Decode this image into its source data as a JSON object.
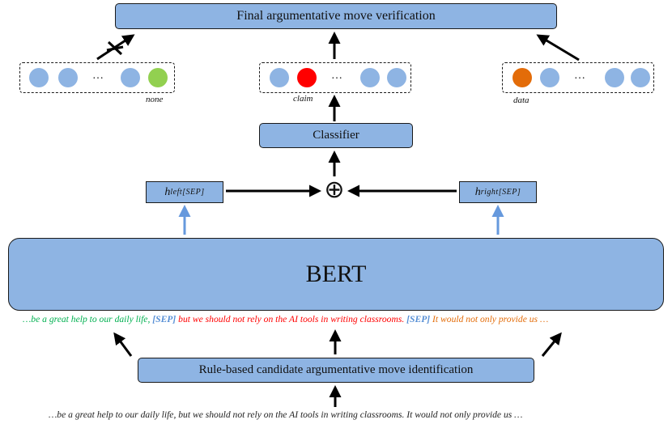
{
  "top_box": {
    "label": "Final argumentative move verification"
  },
  "vectors": [
    {
      "label": "none",
      "dots_left": [
        "#8eb4e3",
        "#8eb4e3"
      ],
      "ellipsis": "…",
      "dots_right": [
        "#8eb4e3",
        "#92d050"
      ]
    },
    {
      "label": "claim",
      "dots_left": [
        "#8eb4e3",
        "#ff0000"
      ],
      "ellipsis": "…",
      "dots_right": [
        "#8eb4e3",
        "#8eb4e3"
      ]
    },
    {
      "label": "data",
      "dots_left": [
        "#e36c09",
        "#8eb4e3"
      ],
      "ellipsis": "…",
      "dots_right": [
        "#8eb4e3",
        "#8eb4e3"
      ]
    }
  ],
  "classifier": {
    "label": "Classifier"
  },
  "h_left": {
    "base": "h",
    "sub": "left[SEP]"
  },
  "h_right": {
    "base": "h",
    "sub": "right[SEP]"
  },
  "plus_symbol": "⊕",
  "bert": {
    "label": "BERT"
  },
  "annotated_text": {
    "seg1": "…be a great help to our daily life, ",
    "sep1": "[SEP]",
    "seg2": " but we should not rely on the AI tools in writing classrooms. ",
    "sep2": "[SEP]",
    "seg3": " It would not only provide us …"
  },
  "rule_box": {
    "label": "Rule-based candidate argumentative move identification"
  },
  "input_text": "…be a great help to our daily life,  but we should not rely on the AI tools in writing classrooms.  It would not only provide us …",
  "colors": {
    "box_fill": "#8eb4e3",
    "green": "#00b050",
    "red": "#ff0000",
    "blue_sep": "#558ed5",
    "orange": "#e36c09",
    "arrow_blue": "#6699dd"
  }
}
